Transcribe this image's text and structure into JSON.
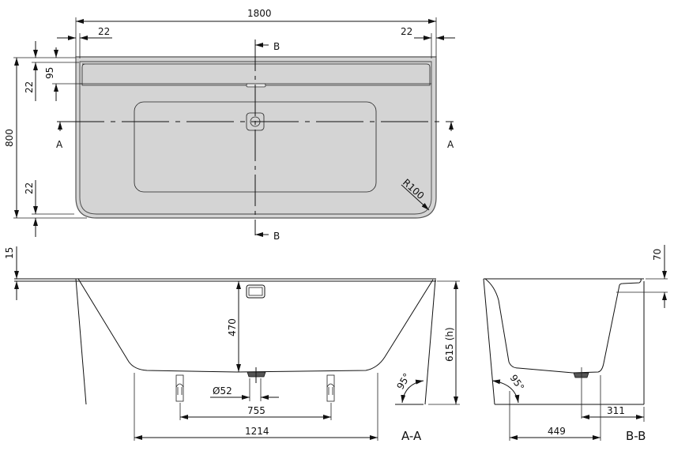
{
  "drawing": {
    "title": "Bathtub technical drawing",
    "colors": {
      "fill": "#d4d4d4",
      "line": "#111111",
      "background": "#ffffff"
    },
    "plan_view": {
      "width_label": "1800",
      "rim_left_label": "22",
      "rim_right_label": "22",
      "depth_label": "800",
      "rim_top_label": "22",
      "rim_bottom_label": "22",
      "shelf_label": "95",
      "radius_label": "R100",
      "section_a_left": "A",
      "section_a_right": "A",
      "section_b_top": "B",
      "section_b_bottom": "B"
    },
    "section_aa": {
      "label": "A-A",
      "rim_thickness_label": "15",
      "depth_label": "470",
      "height_label": "615 (h)",
      "angle_label": "95°",
      "drain_label": "Ø52",
      "feet_spacing_label": "755",
      "base_length_label": "1214"
    },
    "section_bb": {
      "label": "B-B",
      "rim_label": "70",
      "angle_label": "95°",
      "drain_offset_label": "311",
      "base_width_label": "449"
    }
  }
}
